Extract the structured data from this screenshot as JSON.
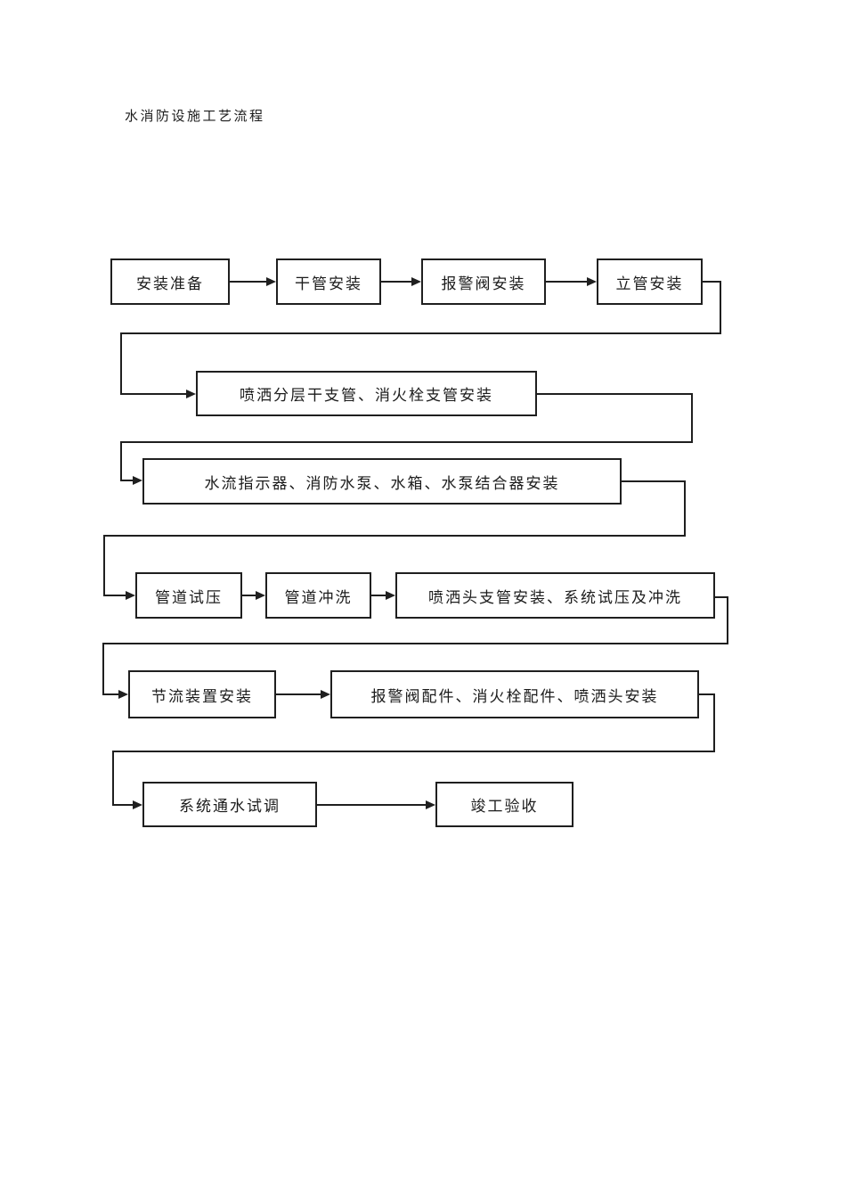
{
  "document": {
    "title": "水消防设施工艺流程"
  },
  "flowchart": {
    "nodes": [
      {
        "id": "installation-prep",
        "label": "安装准备"
      },
      {
        "id": "main-pipe-install",
        "label": "干管安装"
      },
      {
        "id": "alarm-valve-install",
        "label": "报警阀安装"
      },
      {
        "id": "riser-pipe-install",
        "label": "立管安装"
      },
      {
        "id": "sprinkler-branch-install",
        "label": "喷洒分层干支管、消火栓支管安装"
      },
      {
        "id": "flow-indicator-pump-tank-install",
        "label": "水流指示器、消防水泵、水箱、水泵结合器安装"
      },
      {
        "id": "pipe-pressure-test",
        "label": "管道试压"
      },
      {
        "id": "pipe-flushing",
        "label": "管道冲洗"
      },
      {
        "id": "sprinkler-head-branch-install-test",
        "label": "喷洒头支管安装、系统试压及冲洗"
      },
      {
        "id": "throttle-device-install",
        "label": "节流装置安装"
      },
      {
        "id": "fittings-sprinkler-head-install",
        "label": "报警阀配件、消火栓配件、喷洒头安装"
      },
      {
        "id": "system-water-commission-test",
        "label": "系统通水试调"
      },
      {
        "id": "completion-acceptance",
        "label": "竣工验收"
      }
    ],
    "edges": [
      {
        "from": "installation-prep",
        "to": "main-pipe-install"
      },
      {
        "from": "main-pipe-install",
        "to": "alarm-valve-install"
      },
      {
        "from": "alarm-valve-install",
        "to": "riser-pipe-install"
      },
      {
        "from": "riser-pipe-install",
        "to": "sprinkler-branch-install"
      },
      {
        "from": "sprinkler-branch-install",
        "to": "flow-indicator-pump-tank-install"
      },
      {
        "from": "flow-indicator-pump-tank-install",
        "to": "pipe-pressure-test"
      },
      {
        "from": "pipe-pressure-test",
        "to": "pipe-flushing"
      },
      {
        "from": "pipe-flushing",
        "to": "sprinkler-head-branch-install-test"
      },
      {
        "from": "sprinkler-head-branch-install-test",
        "to": "throttle-device-install"
      },
      {
        "from": "throttle-device-install",
        "to": "fittings-sprinkler-head-install"
      },
      {
        "from": "fittings-sprinkler-head-install",
        "to": "system-water-commission-test"
      },
      {
        "from": "system-water-commission-test",
        "to": "completion-acceptance"
      }
    ],
    "line_color": "#1f1f1f",
    "background_color": "#ffffff"
  }
}
